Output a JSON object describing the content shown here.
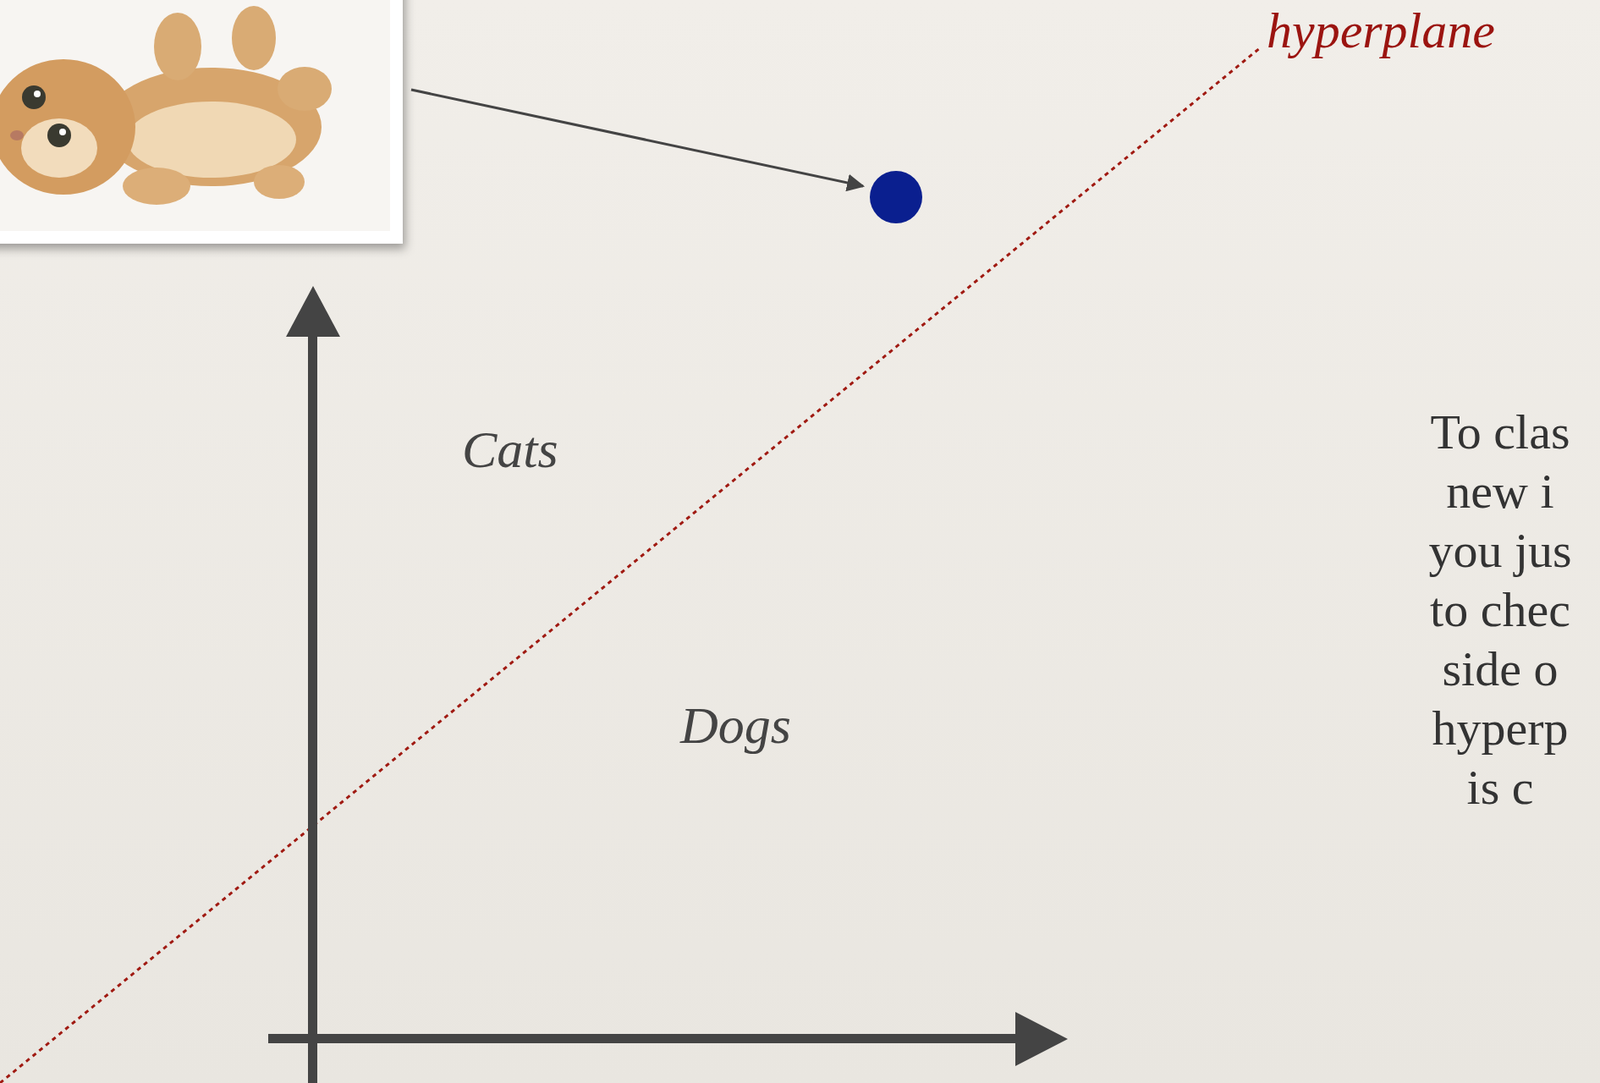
{
  "diagram": {
    "labels": [
      "hyperplane",
      "Cats",
      "Dogs",
      "To clas new i you jus to chec side o hyperp is c"
    ]
  }
}
